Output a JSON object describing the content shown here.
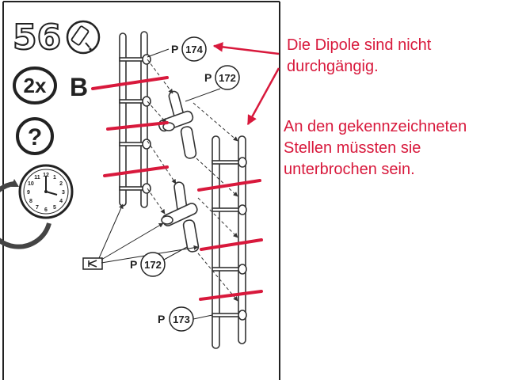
{
  "step": {
    "number": "56",
    "quantity": "2x",
    "variant": "B",
    "help_symbol": "?"
  },
  "icons": {
    "glue": "glue-tube-icon",
    "help": "question-icon",
    "clock": "clock-icon",
    "tool": "tool-icon"
  },
  "clock_numerals": [
    "12",
    "1",
    "2",
    "3",
    "4",
    "5",
    "6",
    "7",
    "8",
    "9",
    "10",
    "11"
  ],
  "parts": {
    "p174": {
      "prefix": "P",
      "number": "174"
    },
    "p172_top": {
      "prefix": "P",
      "number": "172"
    },
    "p172_bottom": {
      "prefix": "P",
      "number": "172"
    },
    "p173": {
      "prefix": "P",
      "number": "173"
    }
  },
  "annotation": {
    "color": "#d8193c",
    "note1": "Die Dipole sind nicht\ndurchgängig.",
    "note2": "An den gekennzeichneten\nStellen müssten sie\nunterbrochen sein."
  }
}
